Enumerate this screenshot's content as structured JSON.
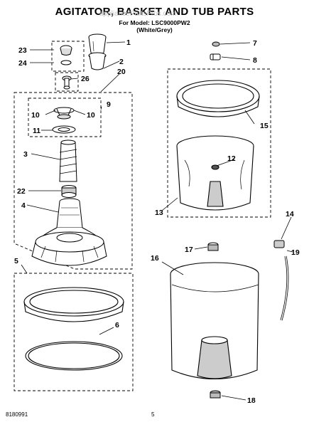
{
  "header": {
    "title": "AGITATOR, BASKET AND TUB PARTS",
    "model_line": "For Model: LSC9000PW2",
    "variant_line": "(White/Grey)"
  },
  "footer": {
    "doc_number": "8180991",
    "page_number": "5"
  },
  "watermark": "appliancePartsPros.com",
  "callouts": {
    "c1": "1",
    "c2": "2",
    "c3": "3",
    "c4": "4",
    "c5": "5",
    "c6": "6",
    "c7": "7",
    "c8": "8",
    "c9": "9",
    "c10a": "10",
    "c10b": "10",
    "c11": "11",
    "c12": "12",
    "c13": "13",
    "c14": "14",
    "c15": "15",
    "c16": "16",
    "c17": "17",
    "c18": "18",
    "c19": "19",
    "c20": "20",
    "c22": "22",
    "c23": "23",
    "c24": "24",
    "c26": "26"
  }
}
